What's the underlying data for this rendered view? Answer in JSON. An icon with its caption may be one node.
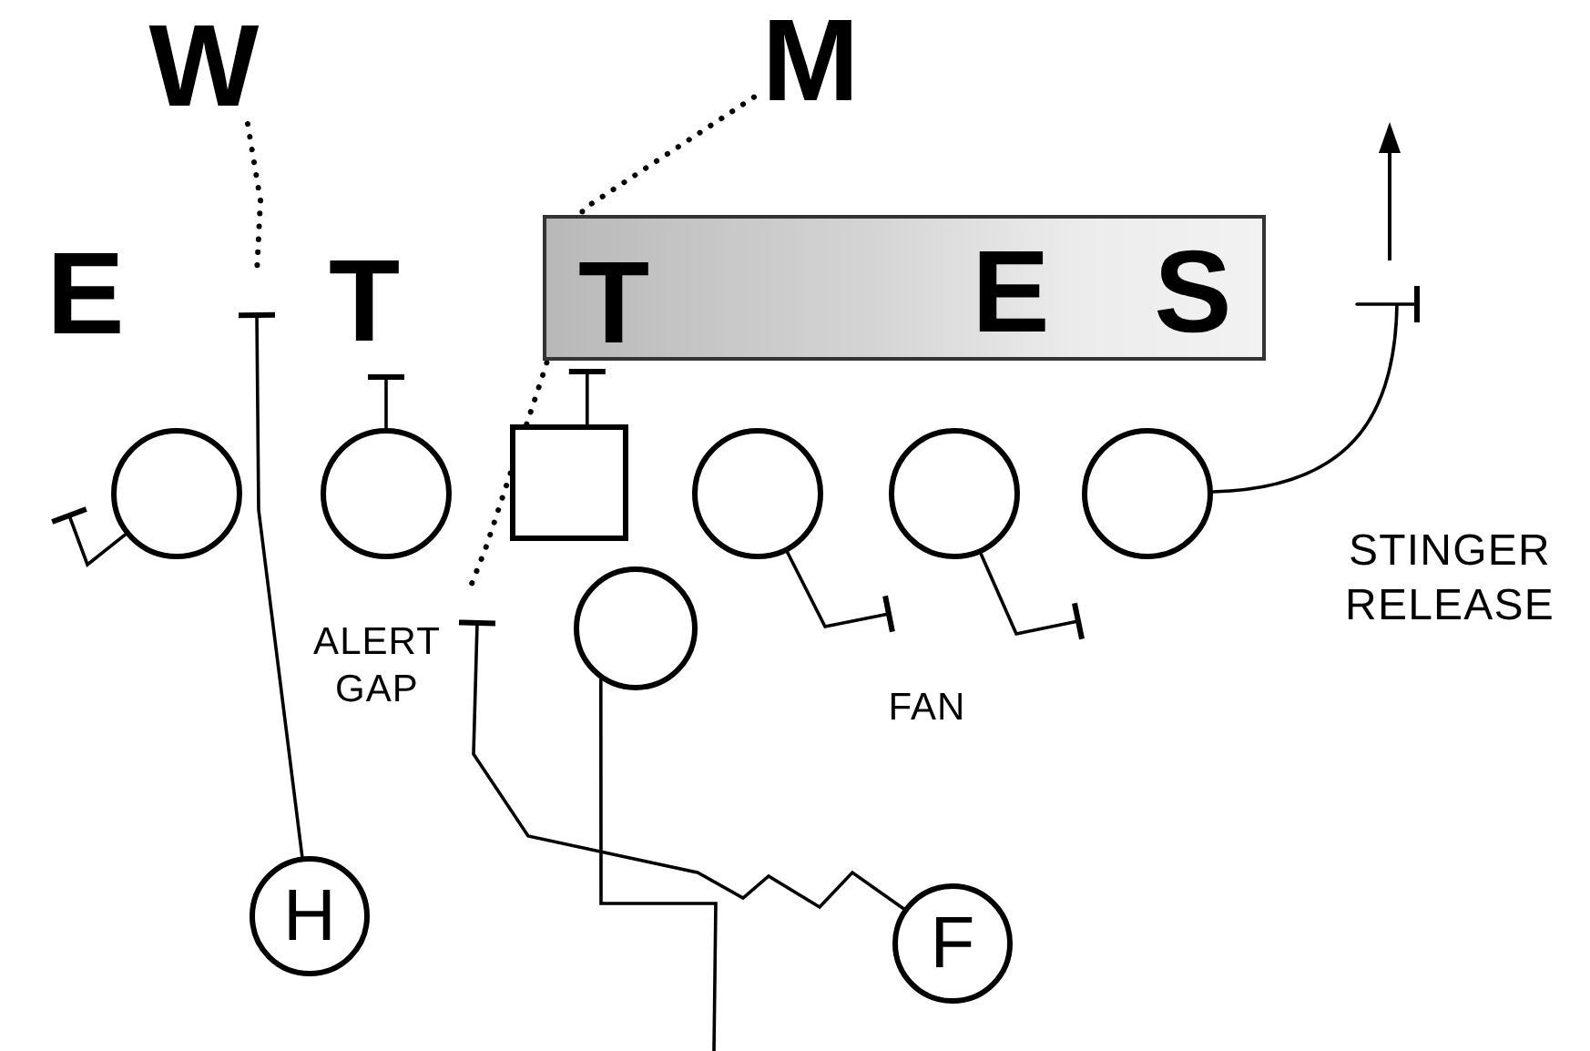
{
  "diagram": {
    "nodes": [
      {
        "text": [
          "W"
        ]
      },
      {
        "text": [
          "M"
        ]
      },
      {
        "text": [
          "E"
        ]
      },
      {
        "text": [
          "T"
        ]
      },
      {
        "text": [],
        "shape": "box"
      },
      {
        "text": [
          "T"
        ],
        "in": 4
      },
      {
        "text": [
          "E"
        ],
        "in": 4
      },
      {
        "text": [
          "S"
        ],
        "in": 4
      },
      {
        "text": [],
        "shape": "circle"
      },
      {
        "text": [],
        "shape": "circle"
      },
      {
        "text": [],
        "shape": "box"
      },
      {
        "text": [],
        "shape": "circle"
      },
      {
        "text": [],
        "shape": "circle"
      },
      {
        "text": [],
        "shape": "circle"
      },
      {
        "text": [],
        "shape": "circle"
      },
      {
        "text": [
          "H"
        ]
      },
      {
        "text": [
          "F"
        ]
      }
    ],
    "edges": [
      {
        "from": 0,
        "to": null,
        "arrow": "none",
        "style": "dashed"
      },
      {
        "from": 1,
        "to": null,
        "arrow": "none",
        "style": "dashed"
      },
      {
        "from": 8,
        "to": null,
        "arrow": "other"
      },
      {
        "from": 9,
        "to": 3,
        "arrow": "other"
      },
      {
        "from": 10,
        "to": 5,
        "arrow": "other"
      },
      {
        "from": 11,
        "to": null,
        "arrow": "other"
      },
      {
        "from": 12,
        "to": null,
        "arrow": "other"
      },
      {
        "from": 13,
        "to": null,
        "arrow": "other"
      },
      {
        "from": 14,
        "to": null,
        "arrow": "none"
      },
      {
        "from": 15,
        "to": null,
        "arrow": "other"
      },
      {
        "from": 16,
        "to": null,
        "arrow": "other"
      }
    ],
    "labels": [
      "ALERT GAP",
      "FAN",
      "STINGER RELEASE"
    ]
  }
}
